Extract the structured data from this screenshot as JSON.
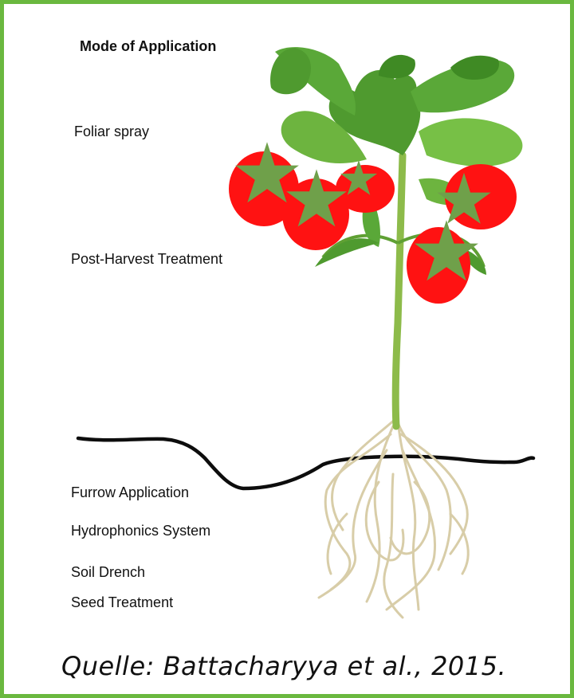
{
  "heading": "Mode of Application",
  "labels": {
    "foliar": "Foliar spray",
    "post_harvest": "Post-Harvest Treatment",
    "furrow": "Furrow Application",
    "hydro": "Hydrophonics System",
    "soil": "Soil Drench",
    "seed": "Seed Treatment"
  },
  "caption": "Quelle: Battacharyya et al., 2015.",
  "colors": {
    "border": "#6ab83f",
    "leaf": "#4f9a2f",
    "leaf_light": "#77c046",
    "tomato": "#ff1212",
    "calyx": "#6fa04a",
    "soil_line": "#0d0d0d",
    "root": "#d8cda8"
  },
  "icons": {
    "plant": "tomato-plant-illustration"
  }
}
